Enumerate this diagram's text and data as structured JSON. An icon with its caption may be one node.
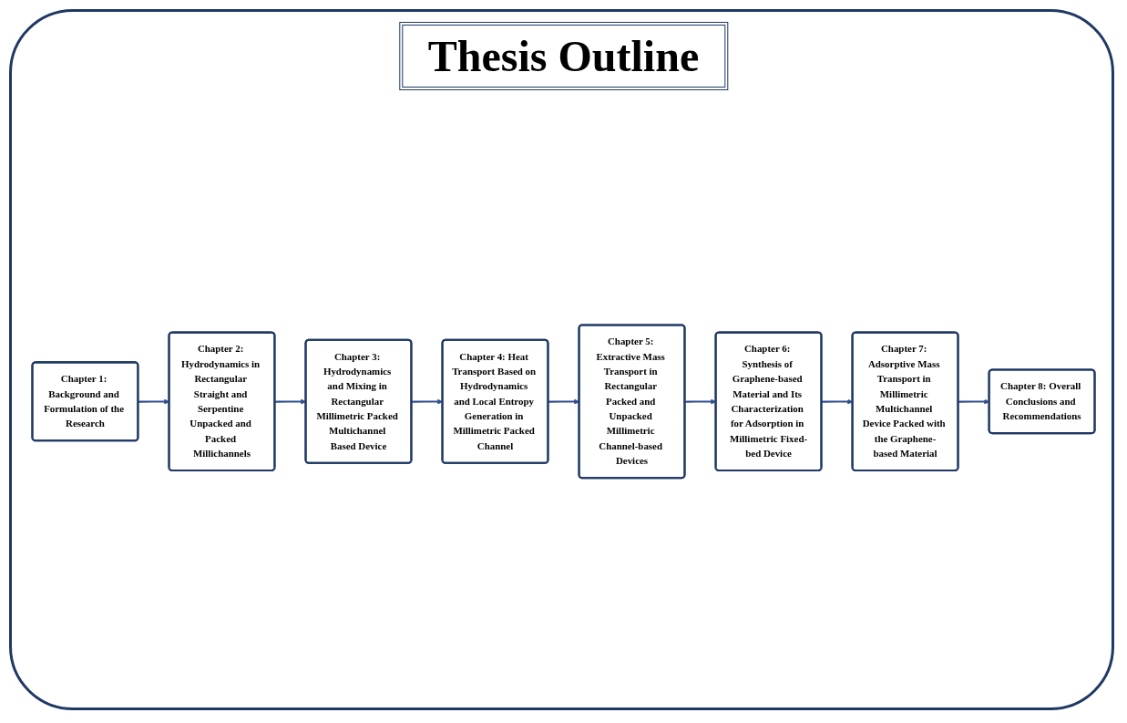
{
  "diagram": {
    "title": "Thesis Outline",
    "nodes": [
      {
        "text": [
          "Chapter 1: Background and Formulation of the Research"
        ]
      },
      {
        "text": [
          "Chapter 2: Hydrodynamics in Rectangular Straight and Serpentine Unpacked and Packed Millichannels"
        ]
      },
      {
        "text": [
          "Chapter 3: Hydrodynamics and Mixing in Rectangular Millimetric Packed Multichannel Based Device"
        ]
      },
      {
        "text": [
          "Chapter 4: Heat Transport Based on Hydrodynamics and Local Entropy Generation in Millimetric Packed Channel"
        ]
      },
      {
        "text": [
          "Chapter 5: Extractive Mass Transport in Rectangular Packed and Unpacked Millimetric Channel-based Devices"
        ]
      },
      {
        "text": [
          "Chapter 6: Synthesis of Graphene-based Material and Its Characterization for Adsorption in Millimetric Fixed-bed Device"
        ]
      },
      {
        "text": [
          "Chapter 7: Adsorptive Mass Transport in Millimetric Multichannel Device Packed with the Graphene-based Material"
        ]
      },
      {
        "text": [
          "Chapter 8: Overall Conclusions and Recommendations"
        ]
      }
    ],
    "edges": [
      {
        "from": 0,
        "to": 1,
        "arrow": "to"
      },
      {
        "from": 1,
        "to": 2,
        "arrow": "to"
      },
      {
        "from": 2,
        "to": 3,
        "arrow": "to"
      },
      {
        "from": 3,
        "to": 4,
        "arrow": "to"
      },
      {
        "from": 4,
        "to": 5,
        "arrow": "to"
      },
      {
        "from": 5,
        "to": 6,
        "arrow": "to"
      },
      {
        "from": 6,
        "to": 7,
        "arrow": "to"
      }
    ]
  }
}
